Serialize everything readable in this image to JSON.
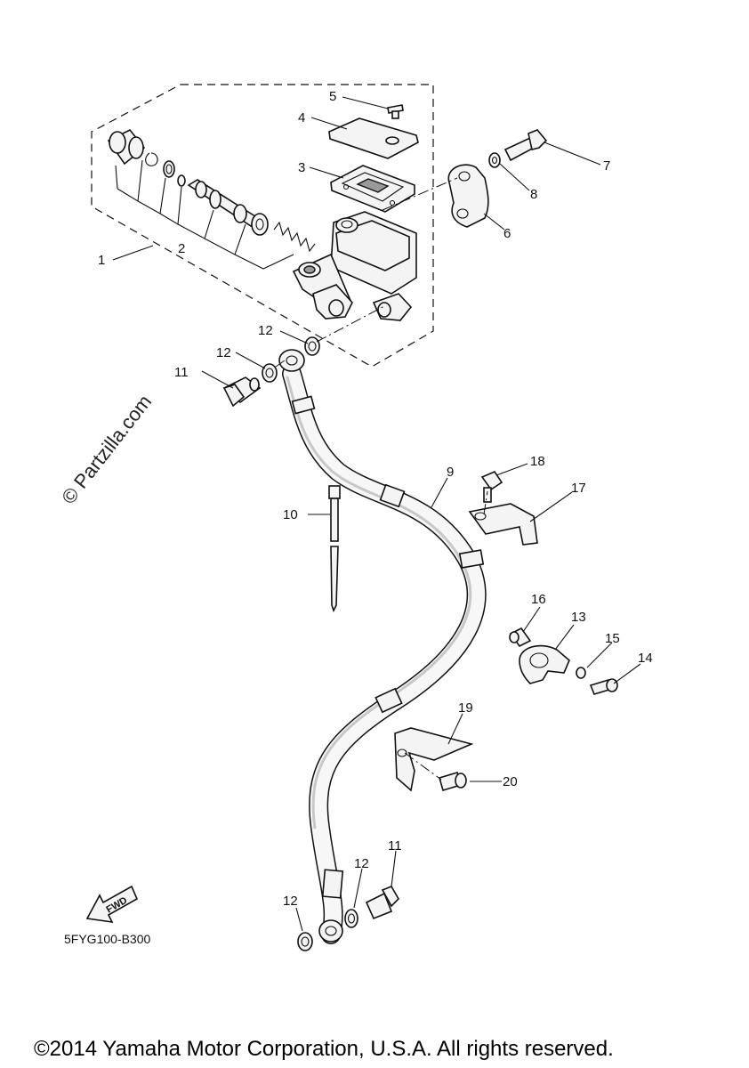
{
  "watermark": "© Partzilla.com",
  "diagram_code": "5FYG100-B300",
  "copyright": "©2014 Yamaha Motor Corporation, U.S.A. All rights reserved.",
  "fwd_label": "FWD",
  "callouts": [
    {
      "id": "c1",
      "text": "1"
    },
    {
      "id": "c2",
      "text": "2"
    },
    {
      "id": "c3",
      "text": "3"
    },
    {
      "id": "c4",
      "text": "4"
    },
    {
      "id": "c5",
      "text": "5"
    },
    {
      "id": "c6",
      "text": "6"
    },
    {
      "id": "c7",
      "text": "7"
    },
    {
      "id": "c8",
      "text": "8"
    },
    {
      "id": "c9",
      "text": "9"
    },
    {
      "id": "c10",
      "text": "10"
    },
    {
      "id": "c11a",
      "text": "11"
    },
    {
      "id": "c11b",
      "text": "11"
    },
    {
      "id": "c12a",
      "text": "12"
    },
    {
      "id": "c12b",
      "text": "12"
    },
    {
      "id": "c12c",
      "text": "12"
    },
    {
      "id": "c12d",
      "text": "12"
    },
    {
      "id": "c13",
      "text": "13"
    },
    {
      "id": "c14",
      "text": "14"
    },
    {
      "id": "c15",
      "text": "15"
    },
    {
      "id": "c16",
      "text": "16"
    },
    {
      "id": "c17",
      "text": "17"
    },
    {
      "id": "c18",
      "text": "18"
    },
    {
      "id": "c19",
      "text": "19"
    },
    {
      "id": "c20",
      "text": "20"
    }
  ]
}
